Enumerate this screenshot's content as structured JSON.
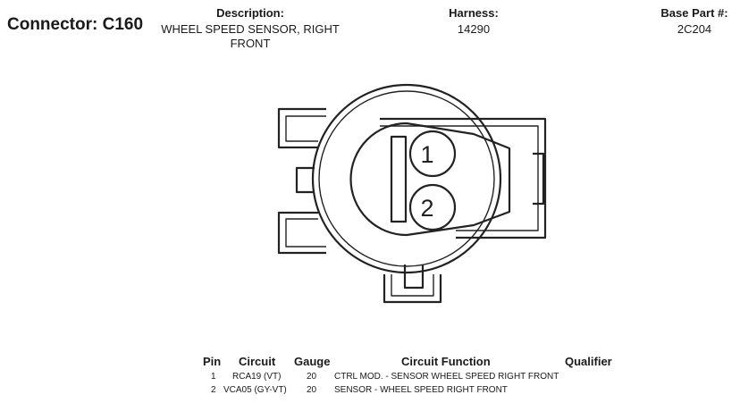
{
  "header": {
    "connector": "Connector: C160",
    "description_label": "Description:",
    "description_value": "WHEEL SPEED SENSOR, RIGHT FRONT",
    "harness_label": "Harness:",
    "harness_value": "14290",
    "base_part_label": "Base Part #:",
    "base_part_value": "2C204"
  },
  "diagram": {
    "pin_labels": [
      "1",
      "2"
    ]
  },
  "pin_table": {
    "headers": {
      "pin": "Pin",
      "circuit": "Circuit",
      "gauge": "Gauge",
      "function": "Circuit Function",
      "qualifier": "Qualifier"
    },
    "rows": [
      {
        "pin": "1",
        "circuit": "RCA19 (VT)",
        "gauge": "20",
        "function": "CTRL MOD. - SENSOR WHEEL SPEED RIGHT FRONT",
        "qualifier": ""
      },
      {
        "pin": "2",
        "circuit": "VCA05 (GY-VT)",
        "gauge": "20",
        "function": "SENSOR - WHEEL SPEED RIGHT FRONT",
        "qualifier": ""
      }
    ]
  }
}
